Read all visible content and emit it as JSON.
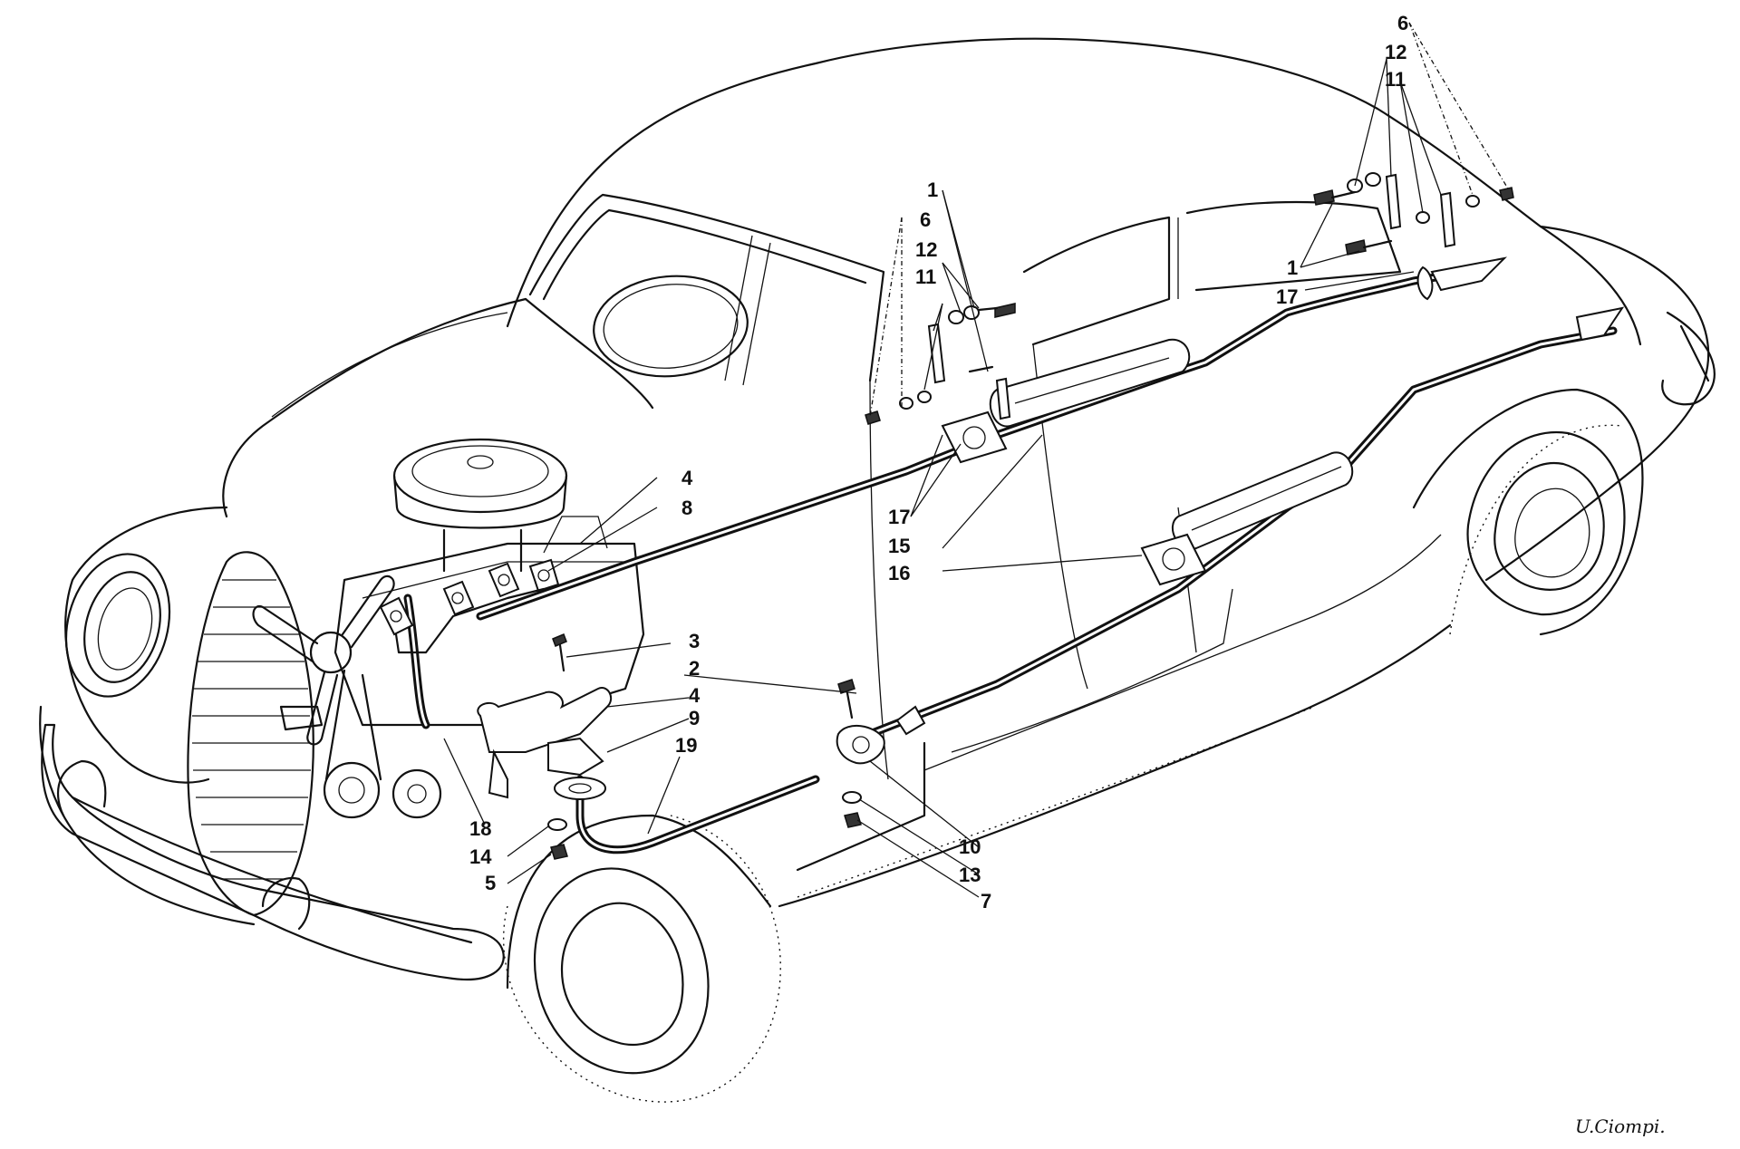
{
  "callouts": [
    {
      "id": "c1a",
      "text": "1"
    },
    {
      "id": "c6a",
      "text": "6"
    },
    {
      "id": "c12a",
      "text": "12"
    },
    {
      "id": "c11a",
      "text": "11"
    },
    {
      "id": "c6b",
      "text": "6"
    },
    {
      "id": "c12b",
      "text": "12"
    },
    {
      "id": "c11b",
      "text": "11"
    },
    {
      "id": "c1b",
      "text": "1"
    },
    {
      "id": "c17a",
      "text": "17"
    },
    {
      "id": "c4a",
      "text": "4"
    },
    {
      "id": "c8",
      "text": "8"
    },
    {
      "id": "c17b",
      "text": "17"
    },
    {
      "id": "c15",
      "text": "15"
    },
    {
      "id": "c16",
      "text": "16"
    },
    {
      "id": "c3",
      "text": "3"
    },
    {
      "id": "c2",
      "text": "2"
    },
    {
      "id": "c4b",
      "text": "4"
    },
    {
      "id": "c9",
      "text": "9"
    },
    {
      "id": "c19",
      "text": "19"
    },
    {
      "id": "c18",
      "text": "18"
    },
    {
      "id": "c14",
      "text": "14"
    },
    {
      "id": "c5",
      "text": "5"
    },
    {
      "id": "c10",
      "text": "10"
    },
    {
      "id": "c13",
      "text": "13"
    },
    {
      "id": "c7",
      "text": "7"
    }
  ],
  "signature": "U.Ciompi."
}
